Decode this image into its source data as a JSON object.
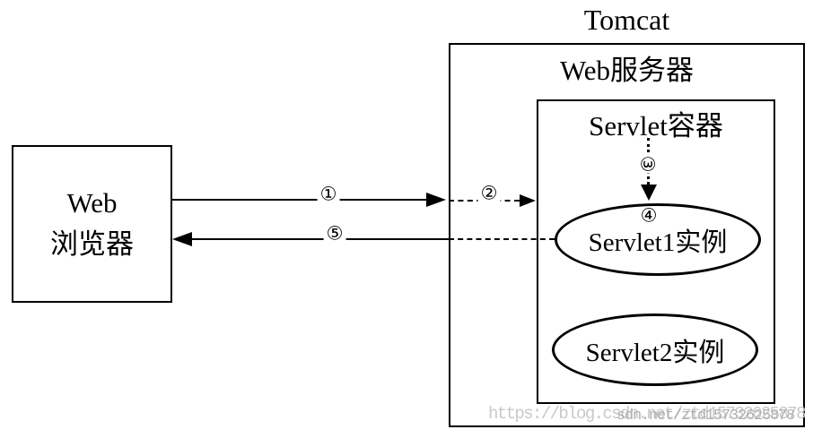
{
  "diagram": {
    "title": "Tomcat",
    "server_box_label": "Web服务器",
    "container_box_label": "Servlet容器",
    "browser_box": {
      "line1": "Web",
      "line2": "浏览器"
    },
    "servlet1_label": "Servlet1实例",
    "servlet2_label": "Servlet2实例",
    "steps": {
      "step1": "①",
      "step2": "②",
      "step3": "③",
      "step4": "④",
      "step5": "⑤"
    }
  },
  "watermark": {
    "primary": "https://blog.csdn.net/ztd15732625878",
    "overlap_fragment": "sdn.net/ztd15732625878"
  },
  "colors": {
    "line": "#000000",
    "background": "#ffffff",
    "watermark_light": "#c9c9c9",
    "watermark_mid": "#b0b0b0"
  }
}
